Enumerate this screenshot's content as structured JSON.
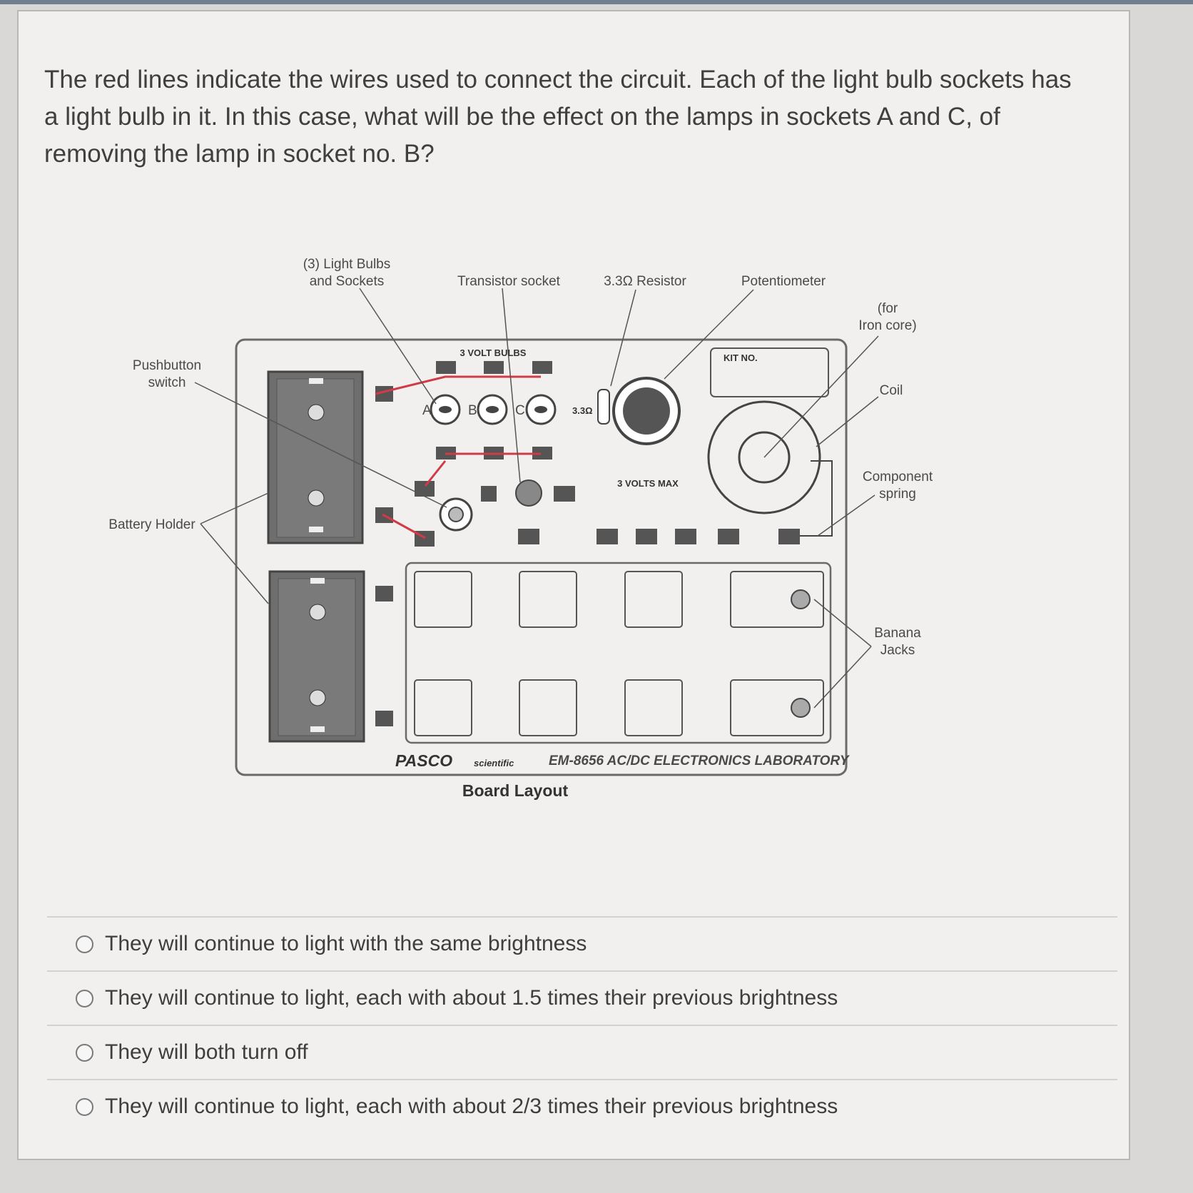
{
  "question": {
    "text": "The red lines indicate the wires used to connect the circuit. Each of the light bulb sockets has a light bulb in it. In this case, what will be the effect on the lamps in sockets A and C, of removing the lamp in socket no. B?"
  },
  "figure": {
    "caption": "Board Layout",
    "labels": {
      "light_bulbs_line1": "(3) Light Bulbs",
      "light_bulbs_line2": "and Sockets",
      "transistor_socket": "Transistor socket",
      "resistor": "3.3Ω Resistor",
      "potentiometer": "Potentiometer",
      "iron_core_line1": "(for",
      "iron_core_line2": "Iron core)",
      "pushbutton_line1": "Pushbutton",
      "pushbutton_line2": "switch",
      "coil": "Coil",
      "component_spring_line1": "Component",
      "component_spring_line2": "spring",
      "battery_holder": "Battery Holder",
      "banana_jacks_line1": "Banana",
      "banana_jacks_line2": "Jacks",
      "volt_bulbs": "3 VOLT BULBS",
      "kit_no": "KIT NO.",
      "volts_max": "3 VOLTS MAX",
      "socket_a": "A",
      "socket_b": "B",
      "socket_c": "C",
      "resistor_small": "3.3Ω",
      "brand": "PASCO",
      "brand_sub": "scientific",
      "model": "EM-8656 AC/DC ELECTRONICS LABORATORY"
    }
  },
  "options": [
    {
      "label": "They will continue to light with the same brightness",
      "selected": false
    },
    {
      "label": "They will continue to light, each with about 1.5 times their previous brightness",
      "selected": false
    },
    {
      "label": "They will both turn off",
      "selected": false
    },
    {
      "label": "They will continue to light, each with about 2/3 times their previous brightness",
      "selected": false
    }
  ],
  "colors": {
    "wire": "#d03b45",
    "battery": "#6e6e6e"
  }
}
